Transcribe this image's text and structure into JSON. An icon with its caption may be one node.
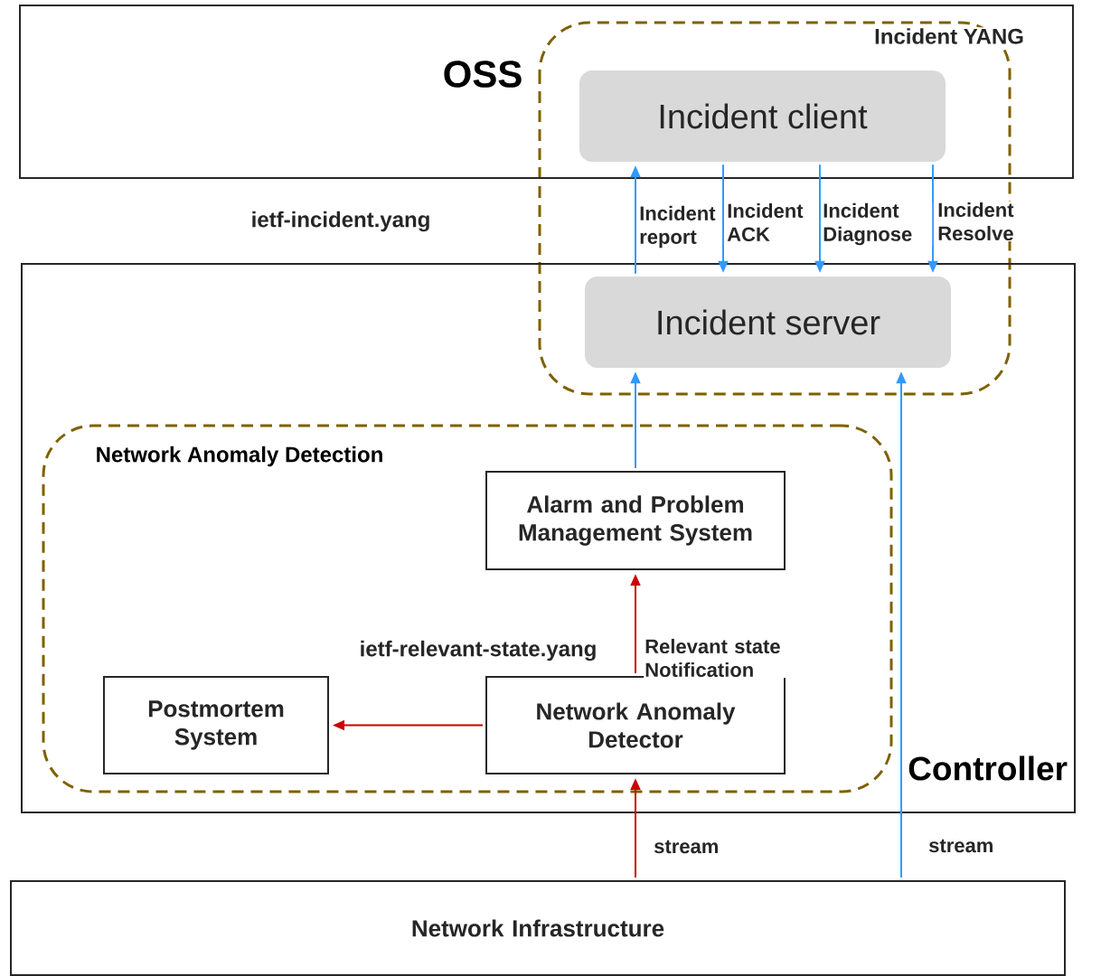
{
  "diagram": {
    "nodes": [
      {
        "text": [
          "OSS"
        ]
      },
      {
        "text": [
          "Controller"
        ]
      },
      {
        "text": [
          "Incident client"
        ],
        "in": 0
      },
      {
        "text": [
          "Incident server"
        ],
        "in": 1
      },
      {
        "text": [
          "Network Anomaly Detection"
        ],
        "in": 1
      },
      {
        "text": [
          "Alarm and Problem Management System"
        ],
        "in": 4
      },
      {
        "text": [
          "Postmortem System"
        ],
        "in": 4
      },
      {
        "text": [
          "Network Anomaly Detector"
        ],
        "in": 4
      },
      {
        "text": [
          "Network Infrastructure"
        ]
      }
    ],
    "edges": [
      {
        "from": 3,
        "to": 2,
        "arrow": "to",
        "label": "Incident report"
      },
      {
        "from": 2,
        "to": 3,
        "arrow": "to",
        "label": "Incident ACK"
      },
      {
        "from": 2,
        "to": 3,
        "arrow": "to",
        "label": "Incident Diagnose"
      },
      {
        "from": 2,
        "to": 3,
        "arrow": "to",
        "label": "Incident Resolve"
      },
      {
        "from": 5,
        "to": 3,
        "arrow": "to"
      },
      {
        "from": 8,
        "to": 3,
        "arrow": "to",
        "label": "stream"
      },
      {
        "from": 7,
        "to": 5,
        "arrow": "to",
        "label": "Relevant state Notification",
        "color": "#cc0000"
      },
      {
        "from": 7,
        "to": 6,
        "arrow": "to",
        "color": "#cc0000"
      },
      {
        "from": 8,
        "to": 7,
        "arrow": "to",
        "label": "stream",
        "color": "#cc0000"
      }
    ],
    "labels": [
      "Incident YANG",
      "ietf-incident.yang",
      "ietf-relevant-state.yang"
    ]
  }
}
